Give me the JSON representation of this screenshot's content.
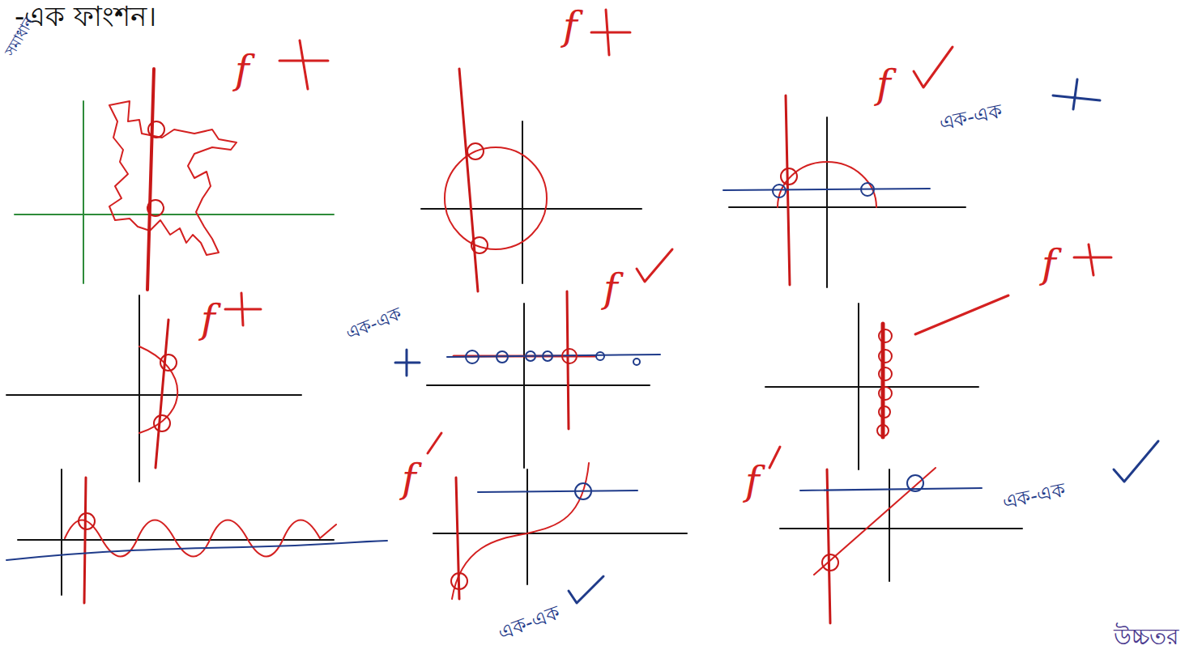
{
  "diagram": {
    "labels": [
      "-এক ফাংশন।",
      "সমাধান",
      "f",
      "f",
      "f",
      "এক-এক",
      "f",
      "এক-এক",
      "f",
      "f",
      "f",
      "এক-এক",
      "f",
      "এক-এক",
      "উচ্চতর"
    ]
  }
}
